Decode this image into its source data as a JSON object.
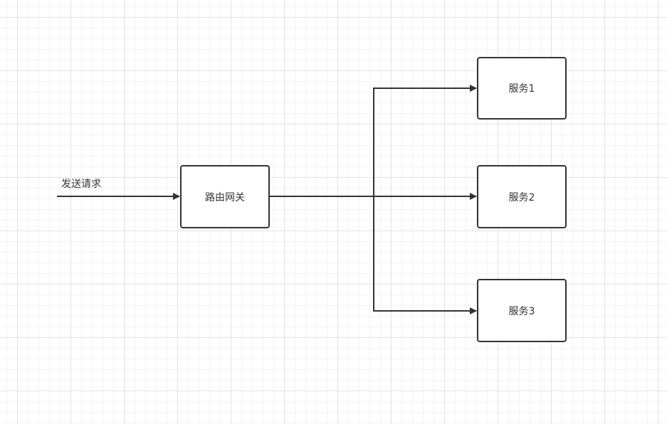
{
  "diagram": {
    "request_label": "发送请求",
    "nodes": {
      "gateway": "路由网关",
      "service1": "服务1",
      "service2": "服务2",
      "service3": "服务3"
    },
    "colors": {
      "stroke": "#333333",
      "grid_major": "#e3e3e3",
      "grid_minor": "#f3f3f3",
      "node_fill": "#ffffff"
    }
  }
}
